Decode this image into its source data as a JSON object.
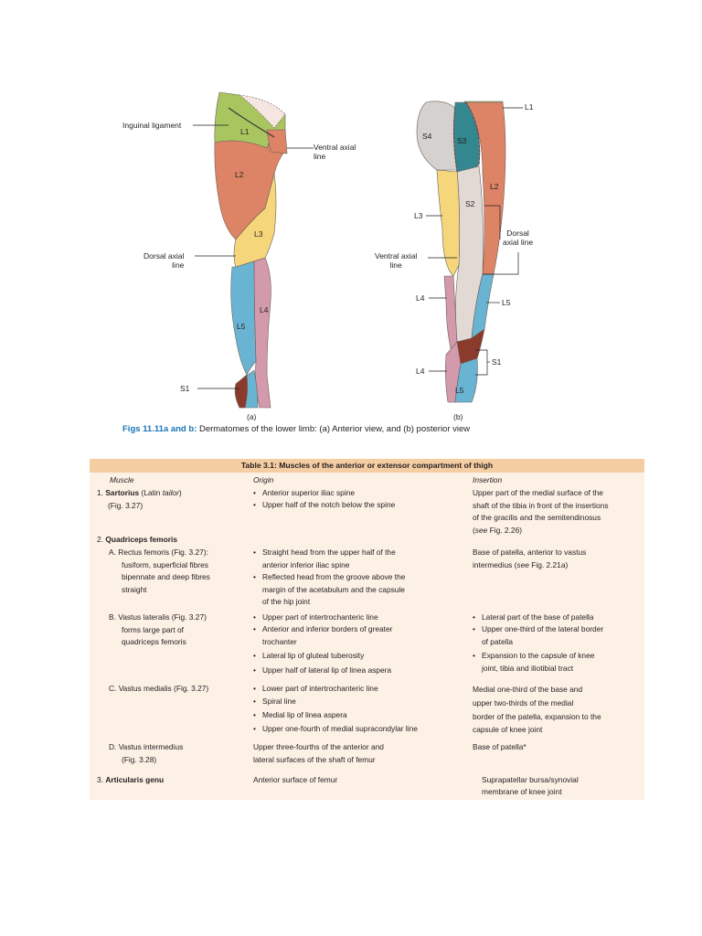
{
  "figure": {
    "labels_a": {
      "inguinal": "Inguinal ligament",
      "l1": "L1",
      "ventral": "Ventral axial\nline",
      "l2": "L2",
      "l3": "L3",
      "dorsal": "Dorsal axial\nline",
      "l4": "L4",
      "l5": "L5",
      "s1": "S1",
      "panel": "(a)"
    },
    "labels_b": {
      "l1": "L1",
      "s4": "S4",
      "s3": "S3",
      "l2": "L2",
      "s2": "S2",
      "l3": "L3",
      "dorsal": "Dorsal\naxial line",
      "ventral": "Ventral axial\nline",
      "l4": "L4",
      "l5": "L5",
      "s1": "S1",
      "l4b": "L4",
      "l5b": "L5",
      "panel": "(b)"
    },
    "colors": {
      "l1": "#a9c560",
      "l2": "#dd8466",
      "l3": "#f5d67a",
      "l4": "#d29aab",
      "l5": "#6ab4d3",
      "s1": "#8b3b2c",
      "s2": "#e2d9d4",
      "s3": "#33878f",
      "s4": "#d5d1ce"
    }
  },
  "caption": {
    "head": "Figs 11.11a and b:",
    "text": " Dermatomes of the lower limb: (a) Anterior view, and (b) posterior view"
  },
  "table": {
    "title": "Table 3.1: Muscles of the anterior or extensor compartment of thigh",
    "headers": {
      "muscle": "Muscle",
      "origin": "Origin",
      "insertion": "Insertion"
    },
    "rows": {
      "sartorius": {
        "num": "1.",
        "name": "Sartorius",
        "latin_pre": " (Latin ",
        "latin_word": "tailor",
        "latin_post": ")",
        "fig": "(Fig. 3.27)",
        "origin": [
          "Anterior superior iliac spine",
          "Upper half of the notch below the spine"
        ],
        "insertion": [
          "Upper part of the medial surface of the",
          "shaft of the tibia in front of the insertions",
          "of the gracilis and the semitendinosus"
        ],
        "insertion_see": "see",
        "insertion_ref": " Fig. 2.26)"
      },
      "quadriceps": {
        "num": "2.",
        "name": "Quadriceps femoris"
      },
      "rectus": {
        "label": [
          "A.  Rectus femoris (Fig. 3.27):",
          "fusiform, superficial fibres",
          "bipennate and deep fibres",
          "straight"
        ],
        "origin1": [
          "Straight head from the upper half of the",
          "anterior inferior iliac spine"
        ],
        "origin2": [
          "Reflected head from the groove above the",
          "margin of the acetabulum and the capsule",
          "of the hip joint"
        ],
        "insertion1": "Base of patella, anterior to vastus",
        "insertion2_pre": "intermedius (",
        "insertion2_see": "see",
        "insertion2_post": " Fig. 2.21a)"
      },
      "lateralis": {
        "label": [
          "B.  Vastus lateralis (Fig. 3.27)",
          "forms large part of",
          "quadriceps femoris"
        ],
        "origin": [
          [
            "Upper part of intertrochanteric line"
          ],
          [
            "Anterior and inferior borders of greater",
            "trochanter"
          ],
          [
            "Lateral lip of gluteal tuberosity"
          ],
          [
            "Upper half of lateral lip of linea aspera"
          ]
        ],
        "insertion": [
          [
            "Lateral part of the base of patella"
          ],
          [
            "Upper one-third of the lateral border",
            "of patella"
          ],
          [
            "Expansion to the capsule of knee",
            "joint, tibia and iliotibial tract"
          ]
        ]
      },
      "medialis": {
        "label": "C.  Vastus medialis (Fig. 3.27)",
        "origin": [
          "Lower part of intertrochanteric line",
          "Spiral line",
          "Medial lip of linea aspera",
          "Upper one-fourth of medial supracondylar line"
        ],
        "insertion": [
          "Medial one-third of the base and",
          "upper two-thirds of the medial",
          "border of the patella, expansion to the",
          "capsule of knee joint"
        ]
      },
      "intermedius": {
        "label": [
          "D.  Vastus intermedius",
          "(Fig. 3.28)"
        ],
        "origin": [
          "Upper three-fourths of the anterior and",
          "lateral surfaces of the shaft of femur"
        ],
        "insertion": "Base of patella*"
      },
      "articularis": {
        "num": "3.",
        "name": "Articularis genu",
        "origin": "Anterior surface of femur",
        "insertion": [
          "Suprapatellar bursa/synovial",
          "membrane of knee joint"
        ]
      }
    }
  }
}
